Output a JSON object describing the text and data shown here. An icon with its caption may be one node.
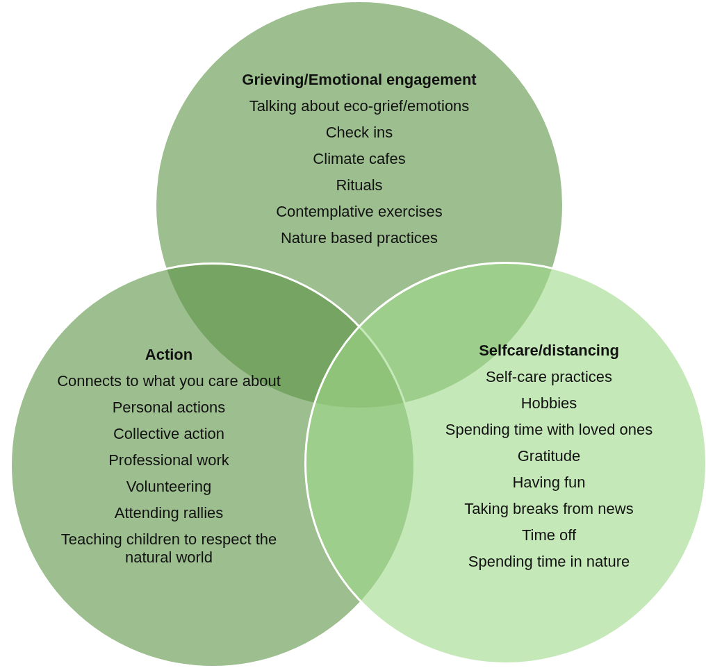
{
  "diagram": {
    "nodes": [
      {
        "text": [
          "Grieving/Emotional engagement",
          "Talking about eco-grief/emotions",
          "Check ins",
          "Climate cafes",
          "Rituals",
          "Contemplative exercises",
          "Nature based practices"
        ]
      },
      {
        "text": [
          "Action",
          "Connects to what you care about",
          "Personal actions",
          "Collective action",
          "Professional work",
          "Volunteering",
          "Attending rallies",
          "Teaching children to respect the natural world"
        ]
      },
      {
        "text": [
          "Selfcare/distancing",
          "Self-care practices",
          "Hobbies",
          "Spending time with loved ones",
          "Gratitude",
          "Having fun",
          "Taking breaks from news",
          "Time off",
          "Spending time in nature"
        ]
      }
    ],
    "edges": []
  }
}
